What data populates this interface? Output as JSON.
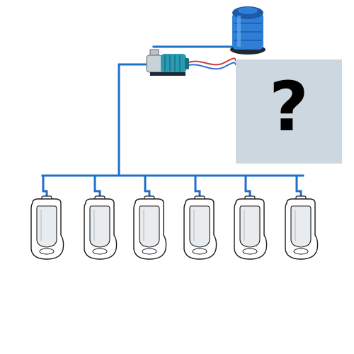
{
  "colors": {
    "pipe": "#1f6fc9",
    "tank": "#2f7fd6",
    "tank_dark": "#1d5aa8",
    "tank_base": "#1e2a33",
    "pump_body": "#2a9bb0",
    "pump_dark": "#1b6f80",
    "wire_red": "#d23a3a",
    "wire_blue": "#2f6fd6",
    "placeholder_bg": "#ccd7df",
    "fixture_outline": "#1a1a1a",
    "fixture_fill": "#ffffff",
    "fixture_inner": "#e9ecef"
  },
  "placeholder": {
    "symbol": "?"
  },
  "fixtures": [
    {
      "id": "urinal-1"
    },
    {
      "id": "urinal-2"
    },
    {
      "id": "urinal-3"
    },
    {
      "id": "urinal-4"
    },
    {
      "id": "urinal-5"
    },
    {
      "id": "urinal-6"
    }
  ]
}
